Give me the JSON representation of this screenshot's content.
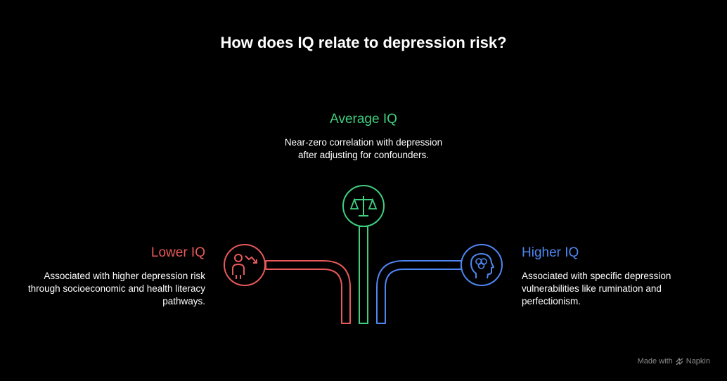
{
  "title": "How does IQ relate to depression risk?",
  "colors": {
    "lower": "#e8595a",
    "average": "#3fcf7f",
    "higher": "#4f86f2",
    "background": "#000000"
  },
  "branches": {
    "lower": {
      "heading": "Lower IQ",
      "description": "Associated with higher depression risk through socioeconomic and health literacy pathways.",
      "icon": "person-declining-arrow-icon"
    },
    "average": {
      "heading": "Average IQ",
      "description": "Near-zero correlation with depression after adjusting for confounders.",
      "icon": "balance-scale-icon"
    },
    "higher": {
      "heading": "Higher IQ",
      "description": "Associated with specific depression vulnerabilities like rumination and perfectionism.",
      "icon": "head-brain-icon"
    }
  },
  "footer": {
    "made_with": "Made with",
    "brand": "Napkin"
  }
}
